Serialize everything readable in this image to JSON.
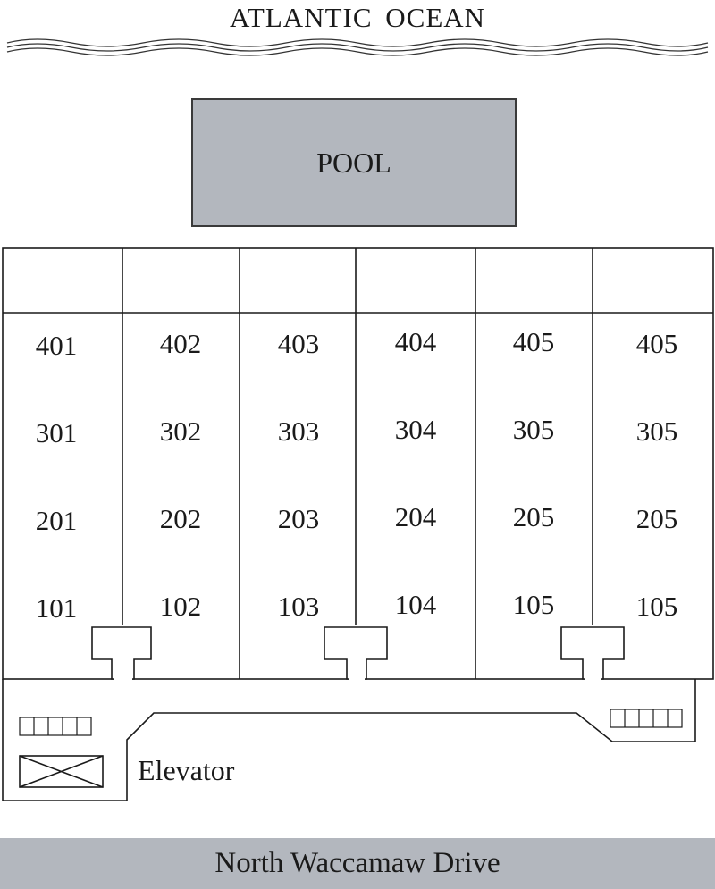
{
  "ocean_label": "ATLANTIC OCEAN",
  "pool_label": "POOL",
  "elevator_label": "Elevator",
  "street_label": "North Waccamaw Drive",
  "room_columns": [
    [
      "401",
      "301",
      "201",
      "101"
    ],
    [
      "402",
      "302",
      "202",
      "102"
    ],
    [
      "403",
      "303",
      "203",
      "103"
    ],
    [
      "404",
      "304",
      "204",
      "104"
    ],
    [
      "405",
      "305",
      "205",
      "105"
    ],
    [
      "405",
      "305",
      "205",
      "105"
    ]
  ],
  "colors": {
    "pool_fill": "#b3b7be",
    "street_fill": "#b3b7be",
    "line": "#1a1a1a"
  }
}
